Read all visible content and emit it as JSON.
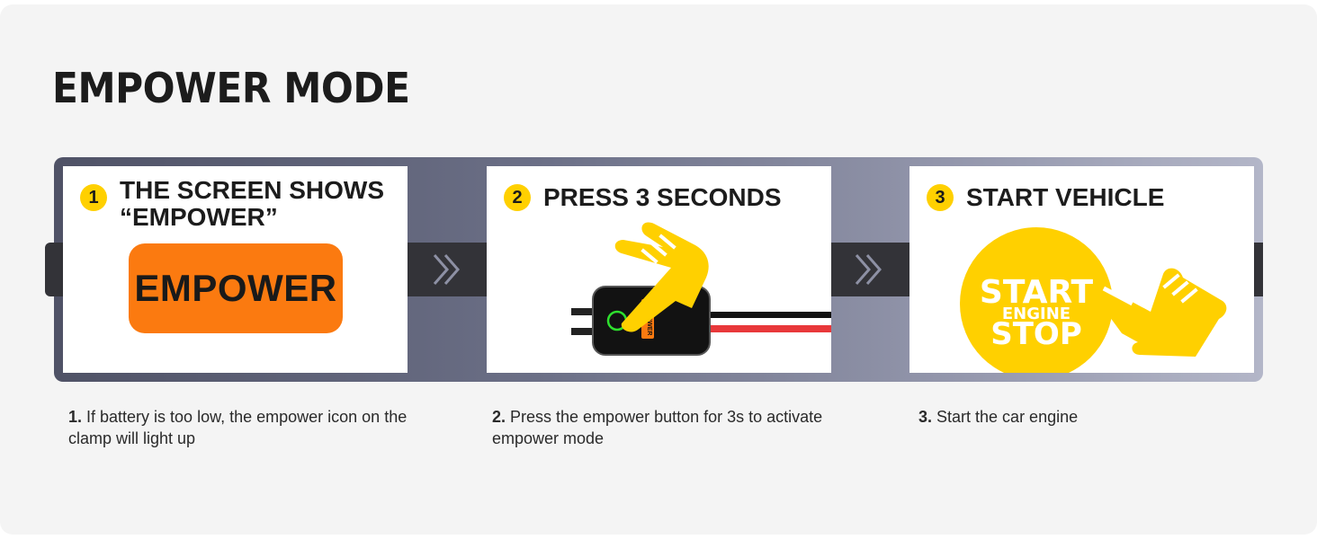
{
  "page": {
    "title": "EMPOWER MODE",
    "accent_color": "#ffd000",
    "orange_color": "#fb7a10"
  },
  "steps": [
    {
      "number": "1",
      "title": "THE SCREEN SHOWS “EMPOWER”",
      "badge_text": "EMPOWER",
      "caption_num": "1.",
      "caption_text": " If battery is too low, the empower icon on the clamp will light up"
    },
    {
      "number": "2",
      "title": "PRESS 3 SECONDS",
      "device_label": "EMPOWER",
      "caption_num": "2.",
      "caption_text": " Press the empower button for 3s to activate empower mode"
    },
    {
      "number": "3",
      "title": "START VEHICLE",
      "button_line1": "START",
      "button_line2": "ENGINE",
      "button_line3": "STOP",
      "caption_num": "3.",
      "caption_text": " Start the car engine"
    }
  ],
  "icons": {
    "arrow": "double-chevron-right-icon",
    "hand": "pointing-hand-icon"
  }
}
